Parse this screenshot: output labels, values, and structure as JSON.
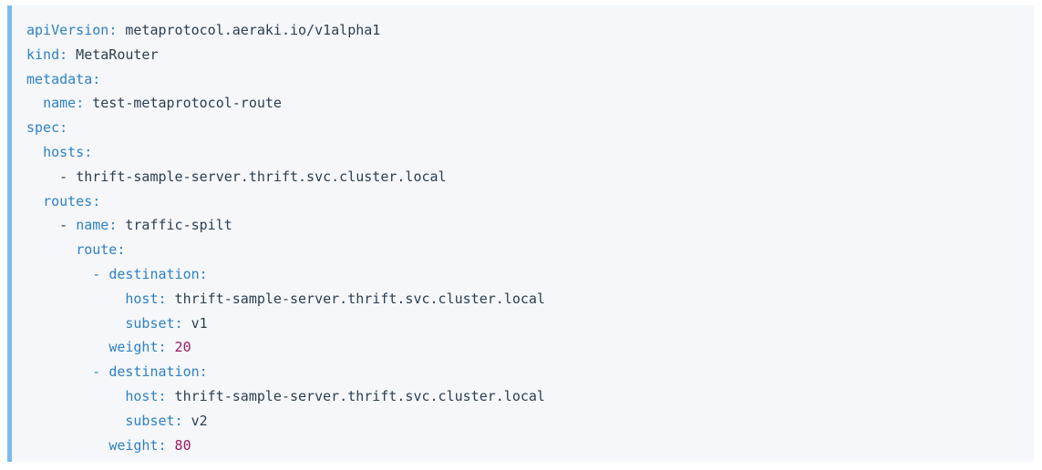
{
  "page": {
    "background": "#ffffff"
  },
  "code_block": {
    "language": "yaml",
    "accent_color": "#79bbf0",
    "background_color": "#f5f7fa",
    "key_color": "#2f81c4",
    "value_color": "#2c3e50",
    "number_color": "#a01860",
    "lines": [
      {
        "indent": "",
        "dash": "",
        "key": "apiVersion",
        "colon": ":",
        "value": " metaprotocol.aeraki.io/v1alpha1",
        "type": "string"
      },
      {
        "indent": "",
        "dash": "",
        "key": "kind",
        "colon": ":",
        "value": " MetaRouter",
        "type": "string"
      },
      {
        "indent": "",
        "dash": "",
        "key": "metadata",
        "colon": ":",
        "value": "",
        "type": "map"
      },
      {
        "indent": "  ",
        "dash": "",
        "key": "name",
        "colon": ":",
        "value": " test-metaprotocol-route",
        "type": "string"
      },
      {
        "indent": "",
        "dash": "",
        "key": "spec",
        "colon": ":",
        "value": "",
        "type": "map"
      },
      {
        "indent": "  ",
        "dash": "",
        "key": "hosts",
        "colon": ":",
        "value": "",
        "type": "seq"
      },
      {
        "indent": "    ",
        "dash": "- ",
        "key": "",
        "colon": "",
        "value": "thrift-sample-server.thrift.svc.cluster.local",
        "type": "item"
      },
      {
        "indent": "  ",
        "dash": "",
        "key": "routes",
        "colon": ":",
        "value": "",
        "type": "seq"
      },
      {
        "indent": "    ",
        "dash": "- ",
        "key": "name",
        "colon": ":",
        "value": " traffic-spilt",
        "type": "string"
      },
      {
        "indent": "      ",
        "dash": "",
        "key": "route",
        "colon": ":",
        "value": "",
        "type": "seq"
      },
      {
        "indent": "        ",
        "dash": "- ",
        "key": "destination",
        "colon": ":",
        "value": "",
        "type": "map-item"
      },
      {
        "indent": "            ",
        "dash": "",
        "key": "host",
        "colon": ":",
        "value": " thrift-sample-server.thrift.svc.cluster.local",
        "type": "string"
      },
      {
        "indent": "            ",
        "dash": "",
        "key": "subset",
        "colon": ":",
        "value": " v1",
        "type": "string"
      },
      {
        "indent": "          ",
        "dash": "",
        "key": "weight",
        "colon": ":",
        "value": " 20",
        "type": "number"
      },
      {
        "indent": "        ",
        "dash": "- ",
        "key": "destination",
        "colon": ":",
        "value": "",
        "type": "map-item"
      },
      {
        "indent": "            ",
        "dash": "",
        "key": "host",
        "colon": ":",
        "value": " thrift-sample-server.thrift.svc.cluster.local",
        "type": "string"
      },
      {
        "indent": "            ",
        "dash": "",
        "key": "subset",
        "colon": ":",
        "value": " v2",
        "type": "string"
      },
      {
        "indent": "          ",
        "dash": "",
        "key": "weight",
        "colon": ":",
        "value": " 80",
        "type": "number"
      }
    ]
  }
}
